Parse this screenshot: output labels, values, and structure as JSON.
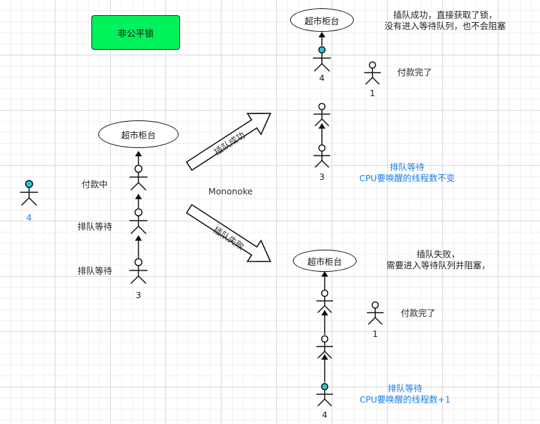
{
  "title_tag": "非公平锁",
  "counter_label": "超市柜台",
  "arrows": {
    "success": "插队成功",
    "fail": "插队失败"
  },
  "watermark": "Mononoke",
  "left_panel": {
    "labels": [
      "付款中",
      "排队等待",
      "排队等待"
    ],
    "number": "3"
  },
  "newcomer": {
    "number": "4"
  },
  "success_panel": {
    "note": [
      "插队成功，直接获取了锁，",
      "没有进入等待队列，也不会阻塞"
    ],
    "top_number": "4",
    "paid_label": "付款完了",
    "paid_number": "1",
    "queue_number": "3",
    "blue_note": [
      "排队等待",
      "CPU要唤醒的线程数不变"
    ]
  },
  "fail_panel": {
    "note": [
      "插队失败，",
      "需要进入等待队列并阻塞，"
    ],
    "paid_label": "付款完了",
    "paid_number": "1",
    "queue_number": "4",
    "blue_note": [
      "排队等待",
      "CPU要唤醒的线程数+1"
    ]
  },
  "colors": {
    "tag_green": "#00f25a",
    "highlight_head": "#28c8d8",
    "blue_text": "#1f7fe6"
  }
}
